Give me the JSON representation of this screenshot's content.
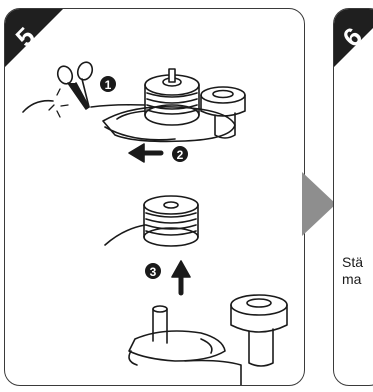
{
  "steps": [
    {
      "number": "5"
    },
    {
      "number": "6"
    }
  ],
  "callouts": [
    "1",
    "2",
    "3"
  ],
  "panel6_text": {
    "line1": "Stä",
    "line2": "ma"
  },
  "colors": {
    "tab": "#1f1f1f",
    "arrow": "#8e8e8e",
    "line": "#1a1a1a"
  }
}
